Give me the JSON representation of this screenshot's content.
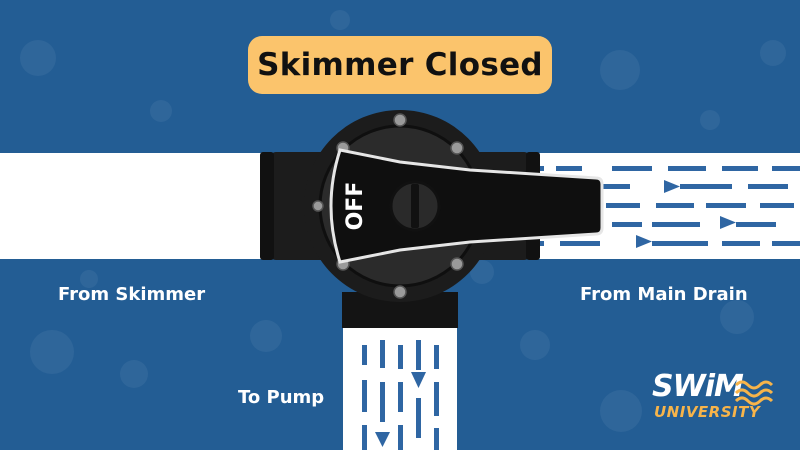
{
  "title": "Skimmer Closed",
  "labels": {
    "from_skimmer": "From Skimmer",
    "from_main_drain": "From Main Drain",
    "to_pump": "To Pump"
  },
  "valve": {
    "handle_text": "OFF"
  },
  "logo": {
    "line1": "SWiM",
    "line2": "UNIVERSITY"
  },
  "colors": {
    "background": "#235d94",
    "title_badge": "#fbc46c",
    "pipe": "#ffffff",
    "flow_arrow": "#2f66a3",
    "valve_body": "#1c1c1c",
    "logo_accent": "#f7b44a"
  }
}
